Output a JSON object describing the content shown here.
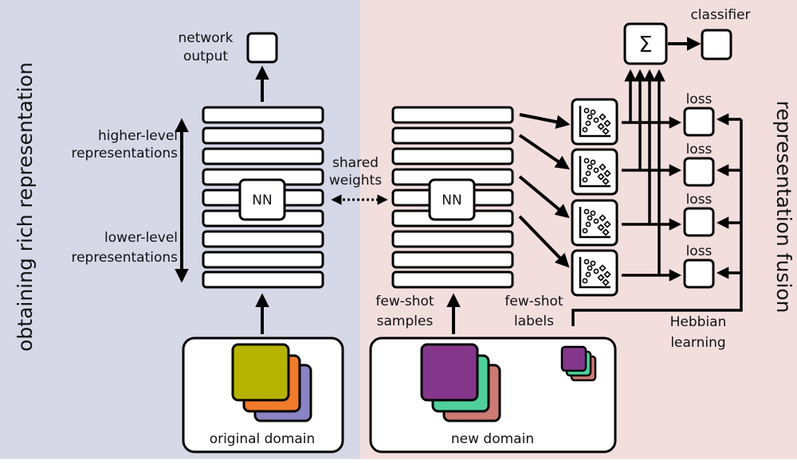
{
  "left_panel": {
    "side_title": "obtaining rich representation",
    "network_output": [
      "network",
      "output"
    ],
    "higher_level": [
      "higher-level",
      "representations"
    ],
    "lower_level": [
      "lower-level",
      "representations"
    ],
    "nn_label": "NN",
    "domain_label": "original domain"
  },
  "right_panel": {
    "side_title": "representation fusion",
    "nn_label": "NN",
    "few_shot_samples": [
      "few-shot",
      "samples"
    ],
    "few_shot_labels": [
      "few-shot",
      "labels"
    ],
    "domain_label": "new domain",
    "sum_symbol": "Σ",
    "classifier_label": "classifier",
    "loss_labels": [
      "loss",
      "loss",
      "loss",
      "loss"
    ],
    "hebbian": [
      "Hebbian",
      "learning"
    ]
  },
  "shared_weights": [
    "shared",
    "weights"
  ],
  "colors": {
    "left_bg": "#d6d8e7",
    "right_bg": "#f3dede",
    "original_front": "#b6b300",
    "original_mid": "#f07b2a",
    "original_back": "#8a84c4",
    "new_front": "#84378a",
    "new_mid": "#4fd09a",
    "new_back": "#cc7a73"
  }
}
